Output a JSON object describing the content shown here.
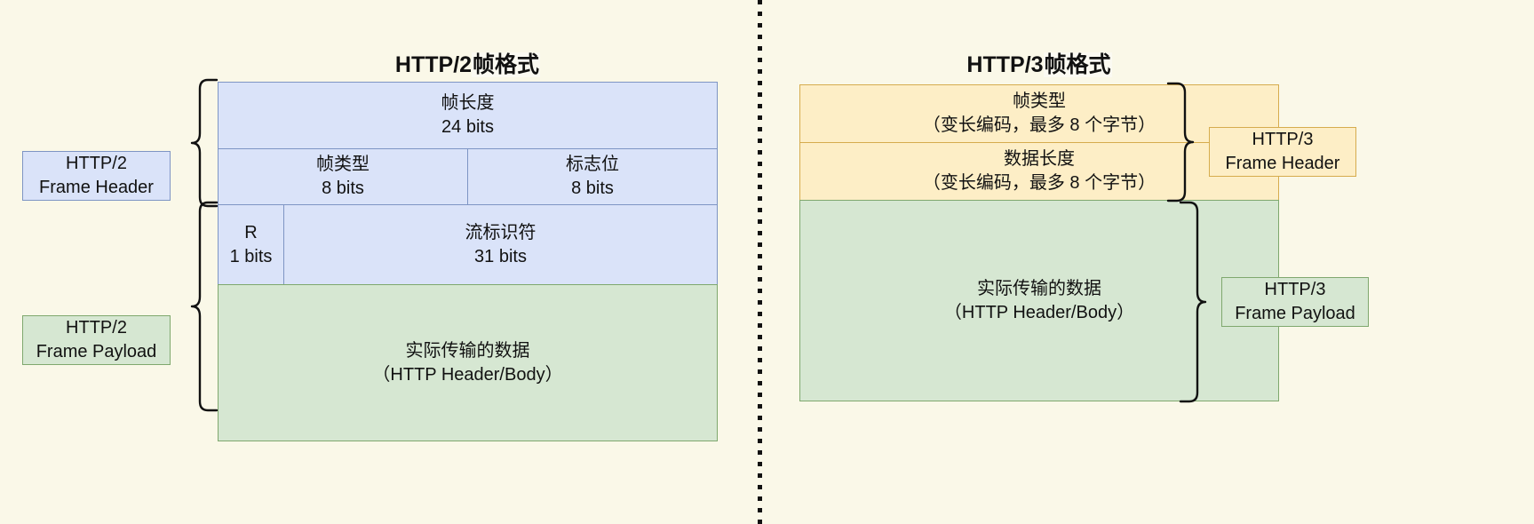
{
  "background_color": "#faf8e8",
  "divider": {
    "name": "vertical-dotted-separator",
    "color": "#111111",
    "style": "dotted"
  },
  "left_panel": {
    "title": {
      "latin": "HTTP/2",
      "cjk": "帧格式",
      "full": "HTTP/2 帧格式"
    },
    "frame": {
      "name": "http2-frame-format",
      "rows": [
        {
          "id": "frame-length",
          "color": "#dae3f9",
          "cells": [
            {
              "id": "frame-length",
              "label": "帧长度",
              "size": "24 bits"
            }
          ]
        },
        {
          "id": "type-flags",
          "color": "#dae3f9",
          "cells": [
            {
              "id": "frame-type",
              "label": "帧类型",
              "size": "8 bits"
            },
            {
              "id": "flags",
              "label": "标志位",
              "size": "8 bits"
            }
          ]
        },
        {
          "id": "r-stream",
          "color": "#dae3f9",
          "cells": [
            {
              "id": "reserved",
              "label": "R",
              "size": "1 bits"
            },
            {
              "id": "stream-identifier",
              "label": "流标识符",
              "size": "31 bits"
            }
          ]
        },
        {
          "id": "payload",
          "color": "#d6e7d2",
          "cells": [
            {
              "id": "payload",
              "label": "实际传输的数据",
              "size": "（HTTP Header/Body）"
            }
          ]
        }
      ]
    },
    "legends": [
      {
        "id": "http2-frame-header",
        "line1": "HTTP/2",
        "line2": "Frame Header",
        "color": "#dae3f9"
      },
      {
        "id": "http2-frame-payload",
        "line1": "HTTP/2",
        "line2": "Frame Payload",
        "color": "#d6e7d2"
      }
    ]
  },
  "right_panel": {
    "title": {
      "latin": "HTTP/3",
      "cjk": "帧格式",
      "full": "HTTP/3 帧格式"
    },
    "frame": {
      "name": "http3-frame-format",
      "rows": [
        {
          "id": "frame-type",
          "color": "#fdeec6",
          "cells": [
            {
              "id": "frame-type",
              "label": "帧类型",
              "size": "（变长编码，最多 8 个字节）"
            }
          ]
        },
        {
          "id": "data-length",
          "color": "#fdeec6",
          "cells": [
            {
              "id": "data-length",
              "label": "数据长度",
              "size": "（变长编码，最多 8 个字节）"
            }
          ]
        },
        {
          "id": "payload",
          "color": "#d6e7d2",
          "cells": [
            {
              "id": "payload",
              "label": "实际传输的数据",
              "size": "（HTTP Header/Body）"
            }
          ]
        }
      ]
    },
    "legends": [
      {
        "id": "http3-frame-header",
        "line1": "HTTP/3",
        "line2": "Frame Header",
        "color": "#fdeec6"
      },
      {
        "id": "http3-frame-payload",
        "line1": "HTTP/3",
        "line2": "Frame Payload",
        "color": "#d6e7d2"
      }
    ]
  }
}
